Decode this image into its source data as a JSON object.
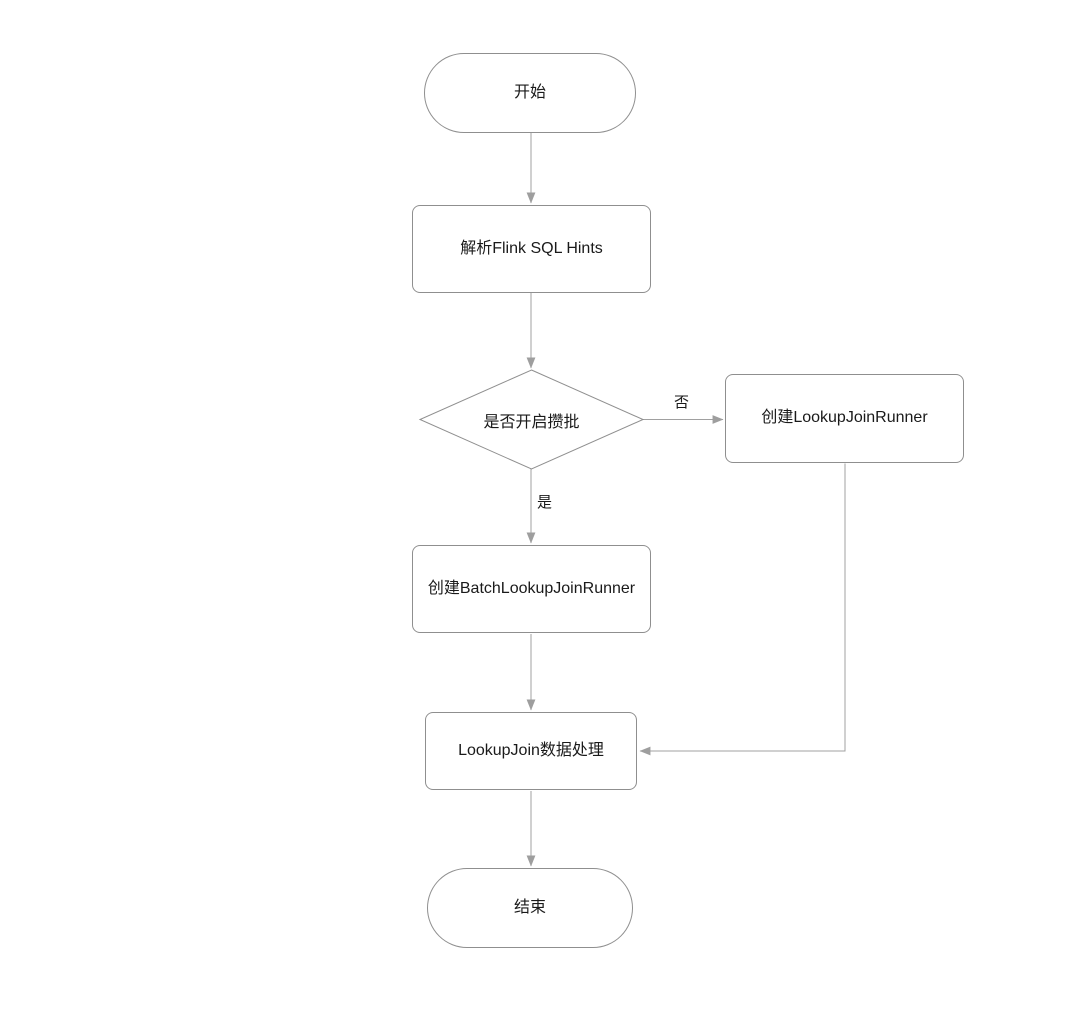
{
  "diagram": {
    "colors": {
      "background": "#ffffff",
      "node_fill": "#ffffff",
      "node_border": "#8f8f8f",
      "connector": "#a0a0a0",
      "text": "#1a1a1a"
    },
    "nodes": {
      "start": {
        "type": "stadium",
        "label": "开始"
      },
      "parse_hints": {
        "type": "process",
        "label": "解析Flink SQL Hints"
      },
      "decision": {
        "type": "decision",
        "label": "是否开启攒批"
      },
      "create_lookup_join_runner": {
        "type": "process",
        "label": "创建LookupJoinRunner"
      },
      "create_batch_lookup_join_runner": {
        "type": "process",
        "label": "创建BatchLookupJoinRunner"
      },
      "lookup_join_processing": {
        "type": "process",
        "label": "LookupJoin数据处理"
      },
      "end": {
        "type": "stadium",
        "label": "结束"
      }
    },
    "edges": [
      {
        "from": "start",
        "to": "parse_hints",
        "label": ""
      },
      {
        "from": "parse_hints",
        "to": "decision",
        "label": ""
      },
      {
        "from": "decision",
        "to": "create_lookup_join_runner",
        "label": "否"
      },
      {
        "from": "decision",
        "to": "create_batch_lookup_join_runner",
        "label": "是"
      },
      {
        "from": "create_batch_lookup_join_runner",
        "to": "lookup_join_processing",
        "label": ""
      },
      {
        "from": "create_lookup_join_runner",
        "to": "lookup_join_processing",
        "label": ""
      },
      {
        "from": "lookup_join_processing",
        "to": "end",
        "label": ""
      }
    ]
  }
}
